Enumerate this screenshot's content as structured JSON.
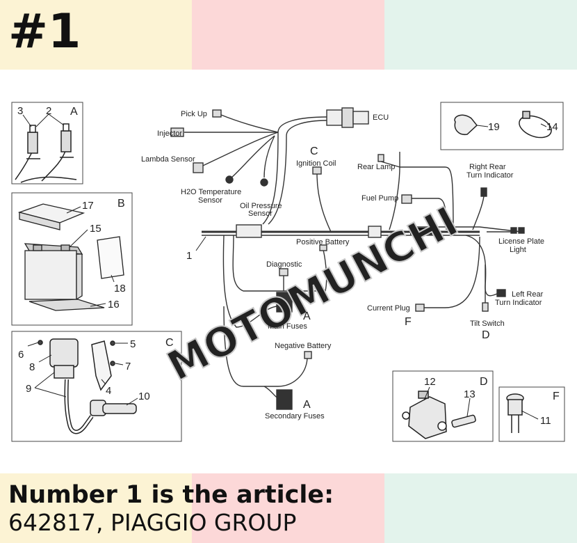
{
  "header": {
    "item_number": "#1"
  },
  "footer": {
    "line1": "Number 1 is the article:",
    "line2": "642817, PIAGGIO GROUP"
  },
  "watermark": "MOTOMUNCHI",
  "colors": {
    "band_yellow": "#fcf3d4",
    "band_pink": "#fcd8d8",
    "band_green": "#e3f3ec"
  },
  "diagram": {
    "labels": {
      "ecu": "ECU",
      "pick_up": "Pick Up",
      "injector": "Injector",
      "lambda_sensor": "Lambda Sensor",
      "h2o_temp_1": "H2O Temperature",
      "h2o_temp_2": "Sensor",
      "oil_pressure_1": "Oil Pressure",
      "oil_pressure_2": "Sensor",
      "ignition_coil": "Ignition Coil",
      "rear_lamp": "Rear Lamp",
      "right_rear_1": "Right Rear",
      "right_rear_2": "Turn Indicator",
      "fuel_pump": "Fuel Pump",
      "license_plate_1": "License Plate",
      "license_plate_2": "Light",
      "positive_battery": "Positive Battery",
      "diagnostic": "Diagnostic",
      "main_fuses": "Main Fuses",
      "current_plug": "Current Plug",
      "left_rear_1": "Left Rear",
      "left_rear_2": "Turn Indicator",
      "tilt_switch": "Tilt Switch",
      "negative_battery": "Negative Battery",
      "secondary_fuses": "Secondary Fuses"
    },
    "letters": {
      "box_a": "A",
      "box_b": "B",
      "box_c": "C",
      "box_d": "D",
      "box_f": "F",
      "ignition": "C",
      "main_fuses": "A",
      "current_plug": "F",
      "tilt_switch": "D",
      "secondary_fuses": "A"
    },
    "numbers": {
      "n1": "1",
      "n2": "2",
      "n3": "3",
      "n4": "4",
      "n5": "5",
      "n6": "6",
      "n7": "7",
      "n8": "8",
      "n9": "9",
      "n10": "10",
      "n11": "11",
      "n12": "12",
      "n13": "13",
      "n14": "14",
      "n15": "15",
      "n16": "16",
      "n17": "17",
      "n18": "18",
      "n19": "19"
    }
  }
}
